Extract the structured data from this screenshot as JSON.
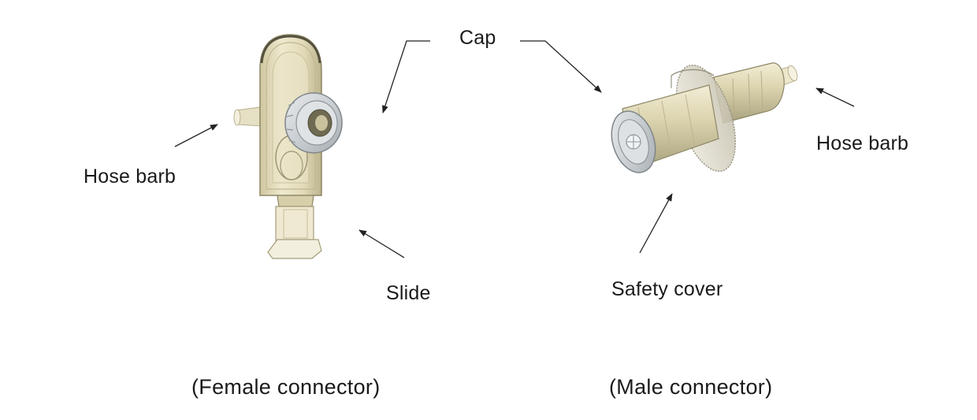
{
  "labels": {
    "cap": "Cap",
    "hose_barb_left": "Hose barb",
    "hose_barb_right": "Hose barb",
    "slide": "Slide",
    "safety_cover": "Safety cover"
  },
  "captions": {
    "female": "(Female connector)",
    "male": "(Male connector)"
  },
  "colors": {
    "background": "#ffffff",
    "text": "#1a1a1a",
    "arrow": "#222222",
    "plastic_light": "#efe9cf",
    "plastic_mid": "#d9d1ab",
    "plastic_dark": "#a9a27c",
    "plastic_outline": "#8d8766"
  }
}
